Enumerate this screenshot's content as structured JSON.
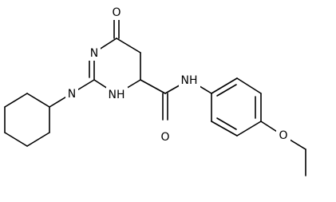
{
  "molecule": {
    "atom_labels": {
      "ketone_oxygen": "O",
      "ring_imine_nitrogen": "N",
      "ring_amine_nh": "NH",
      "piperidine_nitrogen": "N",
      "amide_nh": "NH",
      "amide_oxygen": "O",
      "ether_oxygen": "O"
    }
  }
}
